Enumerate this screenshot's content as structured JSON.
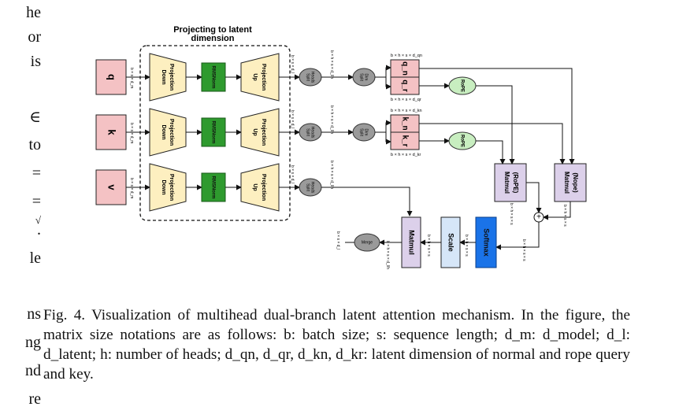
{
  "left_column": {
    "lines": [
      "he",
      "or",
      "is",
      "∈",
      "to",
      "=",
      "=",
      "√",
      ".",
      "le",
      "ns",
      "ng",
      "nd",
      "re"
    ]
  },
  "diagram": {
    "group_title_line1": "Projecting to latent",
    "group_title_line2": "dimension",
    "inputs": [
      "q",
      "k",
      "v"
    ],
    "down_projection": [
      "Down",
      "Projection"
    ],
    "rmsnorm": "RMSNorm",
    "up_projection": [
      "Up",
      "Projection"
    ],
    "split_heads": [
      "Split",
      "Heads"
    ],
    "split_dim": [
      "Split",
      "Dim"
    ],
    "q_parts": [
      "q_n",
      "q_r"
    ],
    "k_parts": [
      "k_n",
      "k_r"
    ],
    "rope": "RoPE",
    "matmul_rope": [
      "Matmul",
      "(RoPE)"
    ],
    "matmul_nope": [
      "Matmul",
      "(Nope)"
    ],
    "softmax": "Softmax",
    "scale": "Scale",
    "matmul": "Matmul",
    "merge": "Merge",
    "plus": "+",
    "dims": {
      "in_dm": "b × s × d_m",
      "after_up": "b × s × d_l",
      "after_split": "b × h × s × d_l/h",
      "qn": "b × h × s × d_qn",
      "qr": "b × h × s × d_qr",
      "kn": "b × h × s × d_kn",
      "kr": "b × h × s × d_kr",
      "bhss": "b × h × s × s",
      "out": "b × s × d_l"
    }
  },
  "caption": {
    "label": "Fig. 4.",
    "text": "Visualization of multihead dual-branch latent attention mechanism. In the figure, the matrix size notations are as follows: b: batch size; s: sequence length; d_m: d_model; d_l: d_latent; h: number of heads; d_qn, d_qr, d_kn, d_kr: latent dimension of normal and rope query and key."
  },
  "colors": {
    "input": "#f4c2c4",
    "projection": "#fdefc0",
    "rmsnorm": "#2e9a2e",
    "split": "#9a9a9a",
    "qk_part": "#f4c2c4",
    "rope": "#c8eec0",
    "matmul": "#dcd0ea",
    "scale": "#d6e6f8",
    "softmax": "#1a73e8"
  }
}
